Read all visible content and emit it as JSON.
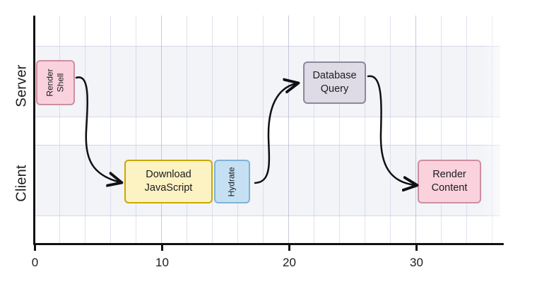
{
  "chart_data": {
    "type": "timeline",
    "title": "",
    "xlabel": "",
    "ylabel": "",
    "xlim": [
      0,
      36
    ],
    "ylim_categories": [
      "Server",
      "Client"
    ],
    "grid": true,
    "legend": "none",
    "x_ticks": [
      {
        "value": 0,
        "label": "0"
      },
      {
        "value": 10,
        "label": "10"
      },
      {
        "value": 20,
        "label": "20"
      },
      {
        "value": 30,
        "label": "30"
      }
    ],
    "x_minor_step": 2,
    "lanes": [
      {
        "name": "Server",
        "label": "Server"
      },
      {
        "name": "Client",
        "label": "Client"
      }
    ],
    "tasks": [
      {
        "id": "render-shell",
        "label": "Render\nShell",
        "label_line1": "Render",
        "label_line2": "Shell",
        "lane": "Server",
        "start": 0,
        "end": 3,
        "fill": "#f9d2dd",
        "stroke": "#cd8ea0",
        "orientation": "vertical"
      },
      {
        "id": "download-javascript",
        "label": "Download\nJavaScript",
        "label_line1": "Download",
        "label_line2": "JavaScript",
        "lane": "Client",
        "start": 7,
        "end": 14,
        "fill": "#fdf2c2",
        "stroke": "#c9a800",
        "orientation": "horizontal"
      },
      {
        "id": "hydrate",
        "label": "Hydrate",
        "label_line1": "Hydrate",
        "label_line2": "",
        "lane": "Client",
        "start": 14.2,
        "end": 17,
        "fill": "#c5e0f2",
        "stroke": "#7fb3d5",
        "orientation": "vertical"
      },
      {
        "id": "database-query",
        "label": "Database\nQuery",
        "label_line1": "Database",
        "label_line2": "Query",
        "lane": "Server",
        "start": 21.2,
        "end": 26.1,
        "fill": "#dedbe6",
        "stroke": "#8d879b",
        "orientation": "horizontal"
      },
      {
        "id": "render-content",
        "label": "Render\nContent",
        "label_line1": "Render",
        "label_line2": "Content",
        "lane": "Client",
        "start": 30.2,
        "end": 35.2,
        "fill": "#f9d2dd",
        "stroke": "#cd8ea0",
        "orientation": "horizontal"
      }
    ],
    "arrows": [
      {
        "id": "arrow-render-shell-to-download-javascript",
        "from": "render-shell",
        "to": "download-javascript"
      },
      {
        "id": "arrow-hydrate-to-database-query",
        "from": "hydrate",
        "to": "database-query"
      },
      {
        "id": "arrow-database-query-to-render-content",
        "from": "database-query",
        "to": "render-content"
      }
    ],
    "colors": {
      "axis": "#111114",
      "grid": "#c9cbe0",
      "band": "#f2f4f8",
      "text": "#1c1c21",
      "arrow": "#101014",
      "background": "#ffffff"
    }
  }
}
